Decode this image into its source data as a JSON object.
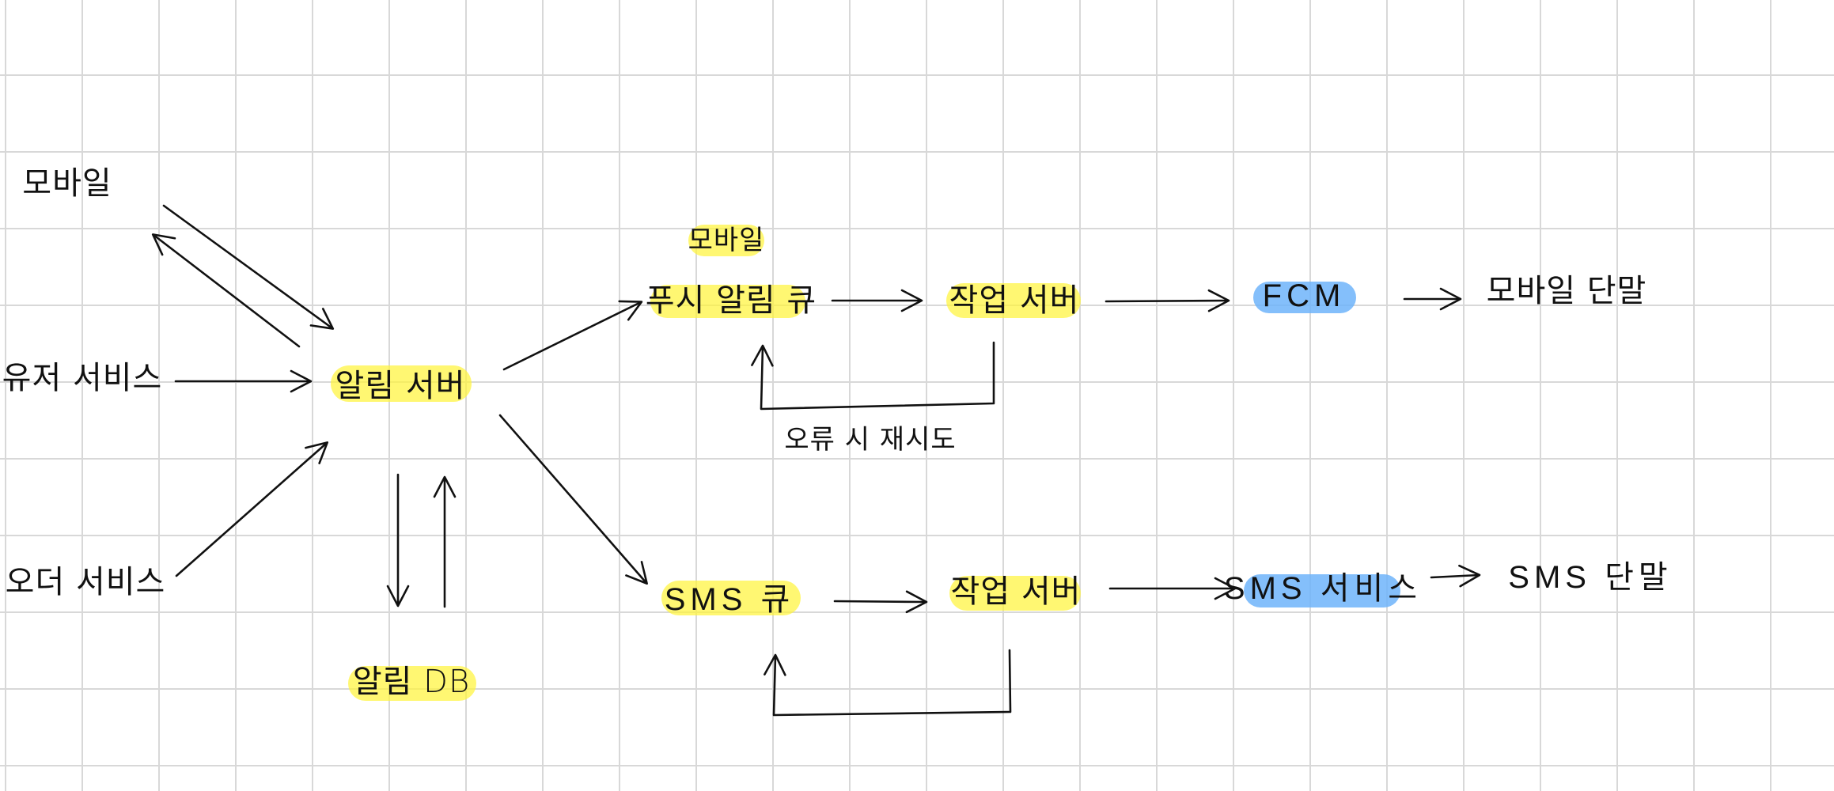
{
  "labels": {
    "mobile_source": "모바일",
    "user_service": "유저 서비스",
    "order_service": "오더 서비스",
    "notification_server": "알림 서버",
    "notification_db": "알림 DB",
    "mobile_tag": "모바일",
    "push_queue": "푸시 알림 큐",
    "worker_server_push": "작업 서버",
    "fcm": "FCM",
    "mobile_device": "모바일 단말",
    "retry_on_error": "오류 시 재시도",
    "sms_queue": "SMS 큐",
    "worker_server_sms": "작업 서버",
    "sms_service": "SMS 서비스",
    "sms_device": "SMS 단말"
  },
  "colors": {
    "highlight_yellow": "#fff43c",
    "highlight_blue": "#6eb4fa",
    "ink": "#111111",
    "grid": "#d8d8d8"
  }
}
